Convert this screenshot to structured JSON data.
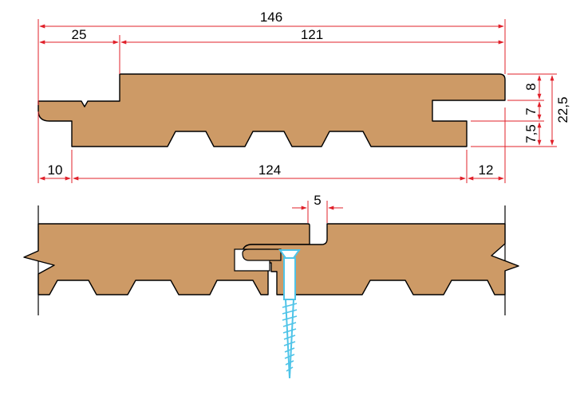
{
  "colors": {
    "wood": "#CD9A66",
    "outline": "#000000",
    "dimension": "#E0202A",
    "screw": "#4FC4E8",
    "background": "#FFFFFF"
  },
  "dimensions": {
    "total_width": "146",
    "tongue_offset": "25",
    "face_width": "121",
    "groove_upper": "8",
    "groove_height": "7",
    "lower_lip": "7,5",
    "thickness": "22,5",
    "left_step": "10",
    "bottom_width": "124",
    "right_step": "12",
    "joint_gap": "5"
  },
  "icons": {
    "screw": "screw-icon"
  }
}
